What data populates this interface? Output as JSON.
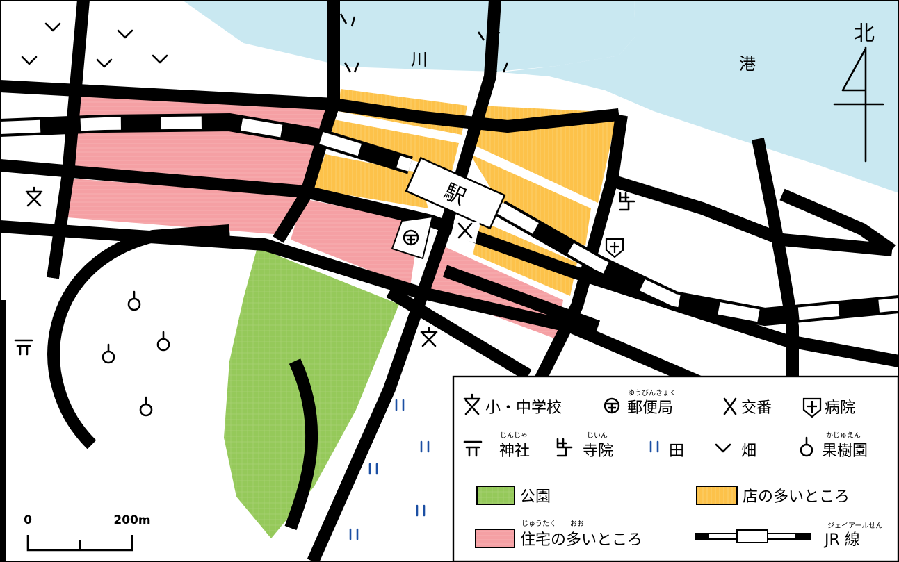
{
  "map": {
    "labels": {
      "river": "川",
      "port": "港",
      "north": "北",
      "station": "駅"
    },
    "colors": {
      "water": "#c9e8f1",
      "park": "#95c95a",
      "shops": "#fdc24a",
      "residential": "#f5a0a4",
      "road_line": "#000000",
      "paddy_symbol": "#1c4fa3",
      "ground": "#ffffff"
    },
    "scale": {
      "start": "0",
      "end": "200m"
    },
    "legend": {
      "symbols": [
        {
          "icon": "school-icon",
          "label": "小・中学校",
          "ruby": ""
        },
        {
          "icon": "post-office-icon",
          "label": "郵便局",
          "ruby": "ゆうびんきょく"
        },
        {
          "icon": "police-box-icon",
          "label": "交番",
          "ruby": ""
        },
        {
          "icon": "hospital-icon",
          "label": "病院",
          "ruby": ""
        },
        {
          "icon": "shrine-icon",
          "label": "神社",
          "ruby": "じんじゃ"
        },
        {
          "icon": "temple-icon",
          "label": "寺院",
          "ruby": "じいん"
        },
        {
          "icon": "rice-field-icon",
          "label": "田",
          "ruby": ""
        },
        {
          "icon": "dry-field-icon",
          "label": "畑",
          "ruby": ""
        },
        {
          "icon": "orchard-icon",
          "label": "果樹園",
          "ruby": "かじゅえん"
        }
      ],
      "areas": [
        {
          "label": "公園",
          "ruby": ""
        },
        {
          "label": "店の多いところ",
          "ruby": ""
        },
        {
          "label": "住宅の多いところ",
          "ruby": "じゅうたく　　おお"
        }
      ],
      "rail": {
        "label": "JR 線",
        "ruby": "ジェイアールせん"
      }
    }
  }
}
